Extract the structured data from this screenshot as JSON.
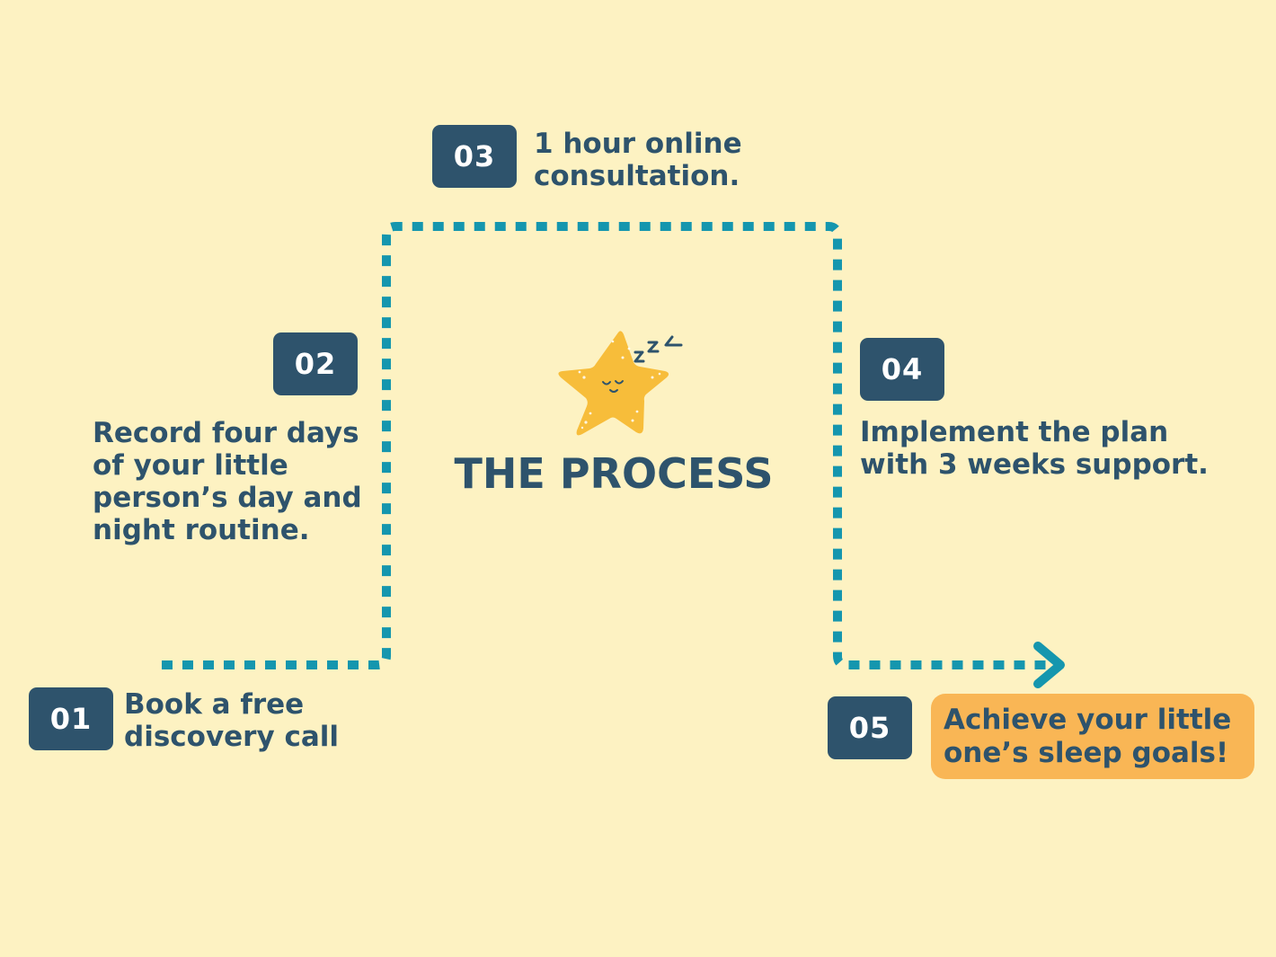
{
  "colors": {
    "background": "#fdf2c2",
    "badge": "#2e536c",
    "text": "#2e536c",
    "path": "#1596ae",
    "goal_highlight": "#f9b655",
    "star": "#f7bd3a"
  },
  "title": "THE PROCESS",
  "mascot_icon": "sleeping-star-icon",
  "steps": [
    {
      "number": "01",
      "text": "Book a free\ndiscovery call"
    },
    {
      "number": "02",
      "text": "Record four days\nof your little\nperson’s day and\nnight routine."
    },
    {
      "number": "03",
      "text": "1 hour online\nconsultation."
    },
    {
      "number": "04",
      "text": "Implement the plan\nwith 3 weeks support."
    },
    {
      "number": "05",
      "text": "Achieve your little\none’s sleep goals!"
    }
  ]
}
